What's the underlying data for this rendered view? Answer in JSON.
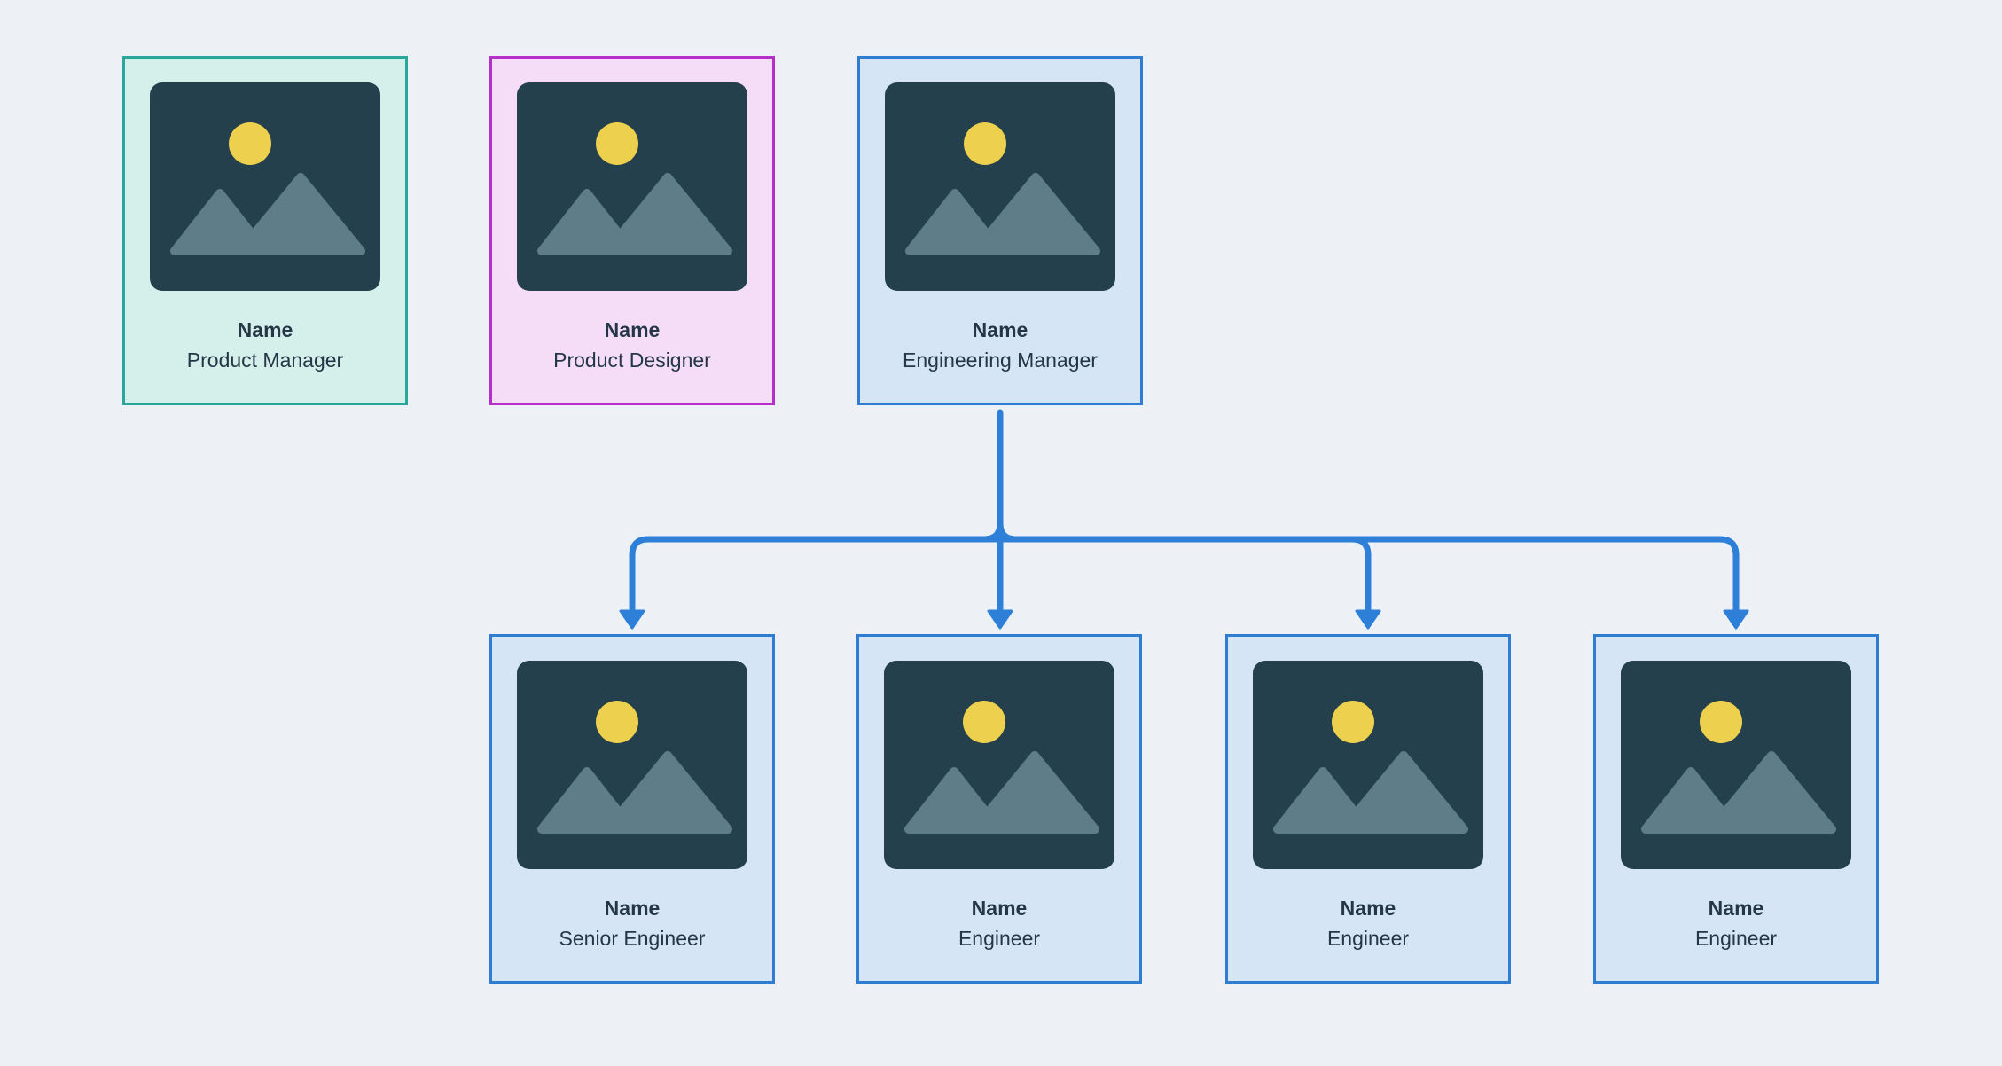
{
  "diagram": {
    "type": "org-chart",
    "cards": [
      {
        "name": "Name",
        "role": "Product Manager",
        "theme": "teal"
      },
      {
        "name": "Name",
        "role": "Product Designer",
        "theme": "pink"
      },
      {
        "name": "Name",
        "role": "Engineering Manager",
        "theme": "blue"
      },
      {
        "name": "Name",
        "role": "Senior Engineer",
        "theme": "blue"
      },
      {
        "name": "Name",
        "role": "Engineer",
        "theme": "blue"
      },
      {
        "name": "Name",
        "role": "Engineer",
        "theme": "blue"
      },
      {
        "name": "Name",
        "role": "Engineer",
        "theme": "blue"
      }
    ],
    "hierarchy": {
      "parent": "Engineering Manager",
      "children": [
        "Senior Engineer",
        "Engineer",
        "Engineer",
        "Engineer"
      ]
    },
    "icon": "image-placeholder-icon"
  },
  "colors": {
    "background": "#edf1f6",
    "teal_border": "#29a79d",
    "teal_fill": "#d5efeb",
    "pink_border": "#b530c9",
    "pink_fill": "#f5ddf8",
    "blue_border": "#2e7dd2",
    "blue_fill": "#d5e5f6",
    "placeholder_dark": "#24404c",
    "placeholder_sun": "#eed04f",
    "placeholder_mountain": "#5f7d89",
    "text": "#253746",
    "connector": "#2e7fd8"
  }
}
